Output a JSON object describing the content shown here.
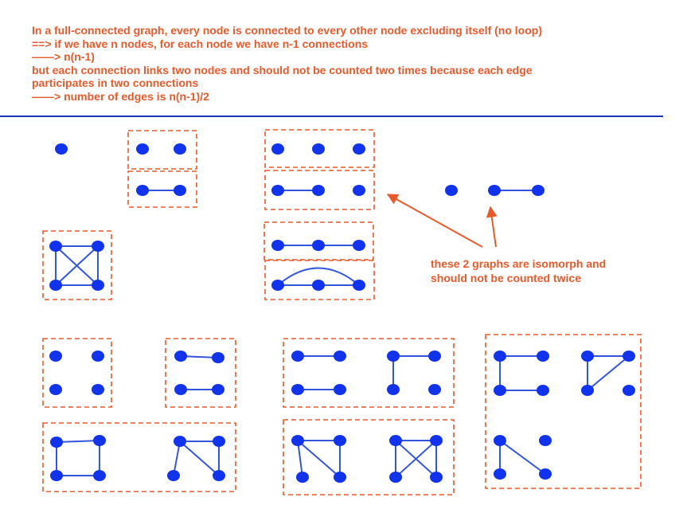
{
  "header": {
    "lines": [
      "In a full-connected graph, every node is connected to every other node excluding itself (no loop)",
      "==> if we have n nodes, for each node we have n-1 connections",
      "——> n(n-1)",
      "but each connection links two nodes and should not be counted two times because each edge",
      "participates in two connections",
      "——> number of edges is n(n-1)/2"
    ]
  },
  "annotation": {
    "lines": [
      "these 2 graphs are isomorph and",
      "should not be counted twice"
    ]
  },
  "colors": {
    "node": "#1133ee",
    "edge": "#3355dd",
    "box": "#e85a2c",
    "text": "#e85a2c",
    "divider": "#2233bb"
  }
}
